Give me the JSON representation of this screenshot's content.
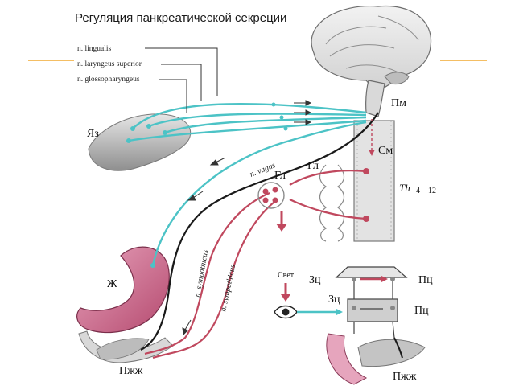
{
  "title": "Регуляция панкреатической секреции",
  "labels": {
    "n_lingualis": "n. lingualis",
    "n_laryngeus": "n. laryngeus superior",
    "n_glosso": "n. glossopharyngeus",
    "pm": "Пм",
    "sm": "См",
    "yaz": "Яз",
    "gl1": "Гл",
    "gl2": "Гл",
    "th": "Th",
    "th_range": "4—12",
    "n_vagus": "n. vagus",
    "n_symp1": "n. sympathicus",
    "n_symp2": "n. sympathicus",
    "zh": "Ж",
    "svet": "Свет",
    "zc1": "Зц",
    "zc2": "Зц",
    "pc1": "Пц",
    "pc2": "Пц",
    "pzh1": "Пжж",
    "pzh2": "Пжж"
  },
  "colors": {
    "accent_line": "#f0a830",
    "afferent": "#4cc3c6",
    "vagus": "#1a1a1a",
    "sympathetic": "#c0485e",
    "stomach": "#c9547a",
    "organ_grey": "#b9b9b9"
  }
}
